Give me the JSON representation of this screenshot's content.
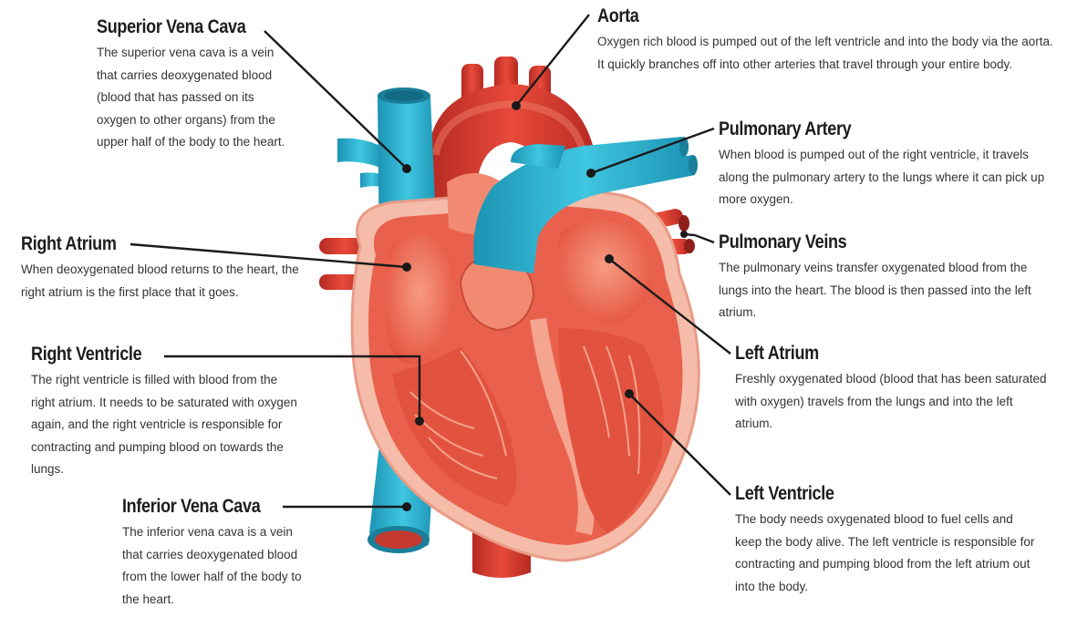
{
  "labels": {
    "superior_vena_cava": {
      "title": "Superior Vena Cava",
      "text": "The superior vena cava is a vein that carries deoxygenated blood (blood that has passed on its oxygen to other organs) from the upper half of the body to the heart."
    },
    "aorta": {
      "title": "Aorta",
      "text": "Oxygen rich blood is pumped out of the left ventricle and into the body via the aorta. It quickly branches off into other arteries that travel through your entire body."
    },
    "pulmonary_artery": {
      "title": "Pulmonary Artery",
      "text": "When blood is pumped out of the right ventricle, it travels along the pulmonary artery to the lungs where it can pick up more oxygen."
    },
    "pulmonary_veins": {
      "title": "Pulmonary Veins",
      "text": "The pulmonary veins transfer oxygenated blood from the lungs into the heart. The blood is then passed into the left atrium."
    },
    "right_atrium": {
      "title": "Right Atrium",
      "text": "When deoxygenated blood returns to the heart, the right atrium is the first place that it goes."
    },
    "left_atrium": {
      "title": "Left Atrium",
      "text": "Freshly oxygenated blood (blood that has been saturated with oxygen) travels from the lungs and into the left atrium."
    },
    "right_ventricle": {
      "title": "Right Ventricle",
      "text": "The right ventricle is filled with blood from the right atrium. It needs to be saturated with oxygen again, and the right ventricle is responsible for contracting and pumping blood on towards the lungs."
    },
    "left_ventricle": {
      "title": "Left Ventricle",
      "text": "The body needs oxygenated blood to fuel cells and keep the body alive. The left ventricle is responsible for contracting and pumping blood from the left atrium out into the body."
    },
    "inferior_vena_cava": {
      "title": "Inferior Vena Cava",
      "text": "The inferior vena cava is a vein that carries deoxygenated blood from the lower half of the body to the heart."
    }
  },
  "colors": {
    "vein_blue": "#2bb5d3",
    "artery_red": "#d8362b",
    "heart_outer": "#f2b3a2",
    "heart_wall": "#e8604c",
    "chamber": "#ee7860",
    "leader_line": "#1a1a1a"
  }
}
